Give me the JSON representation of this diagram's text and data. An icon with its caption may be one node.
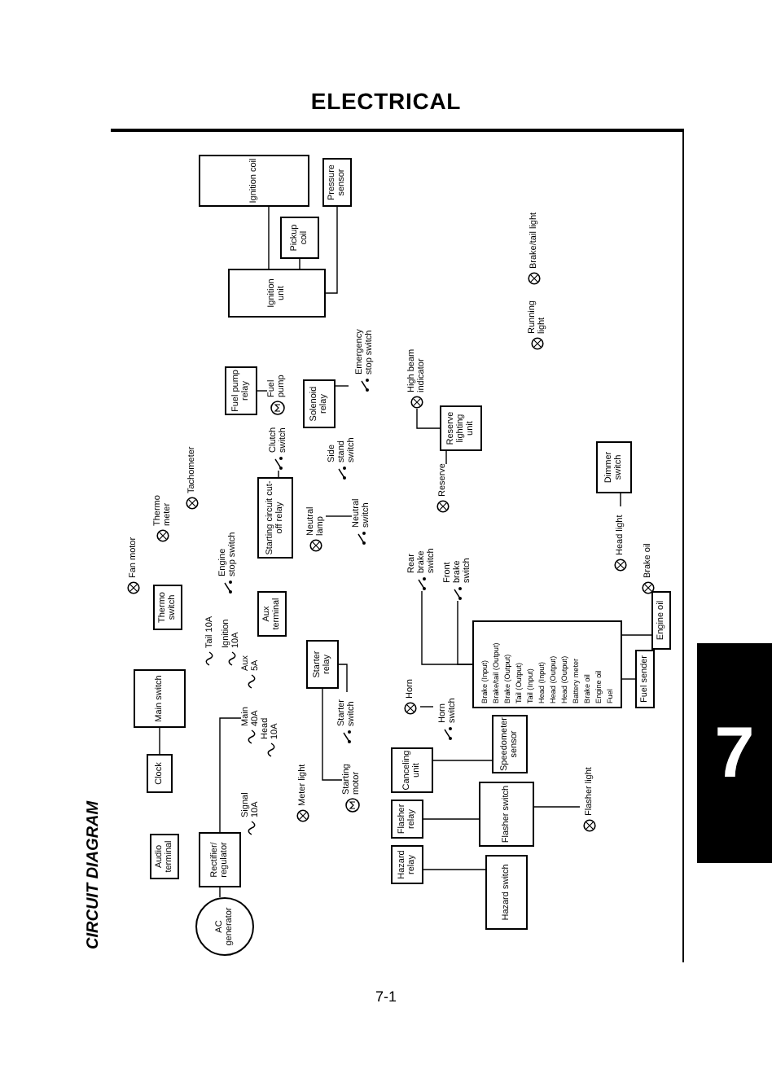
{
  "diagram": {
    "title": "ELECTRICAL",
    "nodes": [
      {
        "text": [
          "AC generator"
        ]
      },
      {
        "text": [
          "Rectifier/ regulator"
        ]
      },
      {
        "text": [
          "Audio terminal"
        ]
      },
      {
        "text": [
          "Clock"
        ]
      },
      {
        "text": [
          "Main switch"
        ]
      },
      {
        "text": [
          "Thermo switch"
        ]
      },
      {
        "text": [
          "Fan motor"
        ]
      },
      {
        "text": [
          "Thermo meter"
        ]
      },
      {
        "text": [
          "Tachometer"
        ]
      },
      {
        "text": [
          "Tail 10A"
        ]
      },
      {
        "text": [
          "Ignition 10A"
        ]
      },
      {
        "text": [
          "Aux 5A"
        ]
      },
      {
        "text": [
          "Main 40A"
        ]
      },
      {
        "text": [
          "Head 10A"
        ]
      },
      {
        "text": [
          "Signal 10A"
        ]
      },
      {
        "text": [
          "Engine stop switch"
        ]
      },
      {
        "text": [
          "Aux terminal"
        ]
      },
      {
        "text": [
          "Starter relay"
        ]
      },
      {
        "text": [
          "Starter switch"
        ]
      },
      {
        "text": [
          "Starting motor"
        ]
      },
      {
        "text": [
          "Meter light"
        ]
      },
      {
        "text": [
          "Starting circuit cut-off relay"
        ]
      },
      {
        "text": [
          "Clutch switch"
        ]
      },
      {
        "text": [
          "Fuel pump relay"
        ]
      },
      {
        "text": [
          "Fuel pump"
        ]
      },
      {
        "text": [
          "Solenoid relay"
        ]
      },
      {
        "text": [
          "Emergency stop switch"
        ]
      },
      {
        "text": [
          "Side stand switch"
        ]
      },
      {
        "text": [
          "Neutral lamp"
        ]
      },
      {
        "text": [
          "Neutral switch"
        ]
      },
      {
        "text": [
          "Ignition coil"
        ]
      },
      {
        "text": [
          "Pressure sensor"
        ]
      },
      {
        "text": [
          "Pickup coil"
        ]
      },
      {
        "text": [
          "Ignition unit"
        ]
      },
      {
        "text": [
          "High beam indicator"
        ]
      },
      {
        "text": [
          "Reserve lighting unit"
        ]
      },
      {
        "text": [
          "Reserve"
        ]
      },
      {
        "text": [
          "Rear brake switch"
        ]
      },
      {
        "text": [
          "Front brake switch"
        ]
      },
      {
        "text": [
          "Brake (Input)",
          "Brake/tail (Output)",
          "Brake (Output)",
          "Tail (Output)",
          "Tail (Input)",
          "Head (Input)",
          "Head (Output)",
          "Head (Output)",
          "Battery meter",
          "Brake oil",
          "Engine oil",
          "Fuel"
        ]
      },
      {
        "text": [
          "Horn"
        ]
      },
      {
        "text": [
          "Horn switch"
        ]
      },
      {
        "text": [
          "Canceling unit"
        ]
      },
      {
        "text": [
          "Flasher relay"
        ]
      },
      {
        "text": [
          "Hazard relay"
        ]
      },
      {
        "text": [
          "Speedometer sensor"
        ]
      },
      {
        "text": [
          "Flasher switch"
        ]
      },
      {
        "text": [
          "Hazard switch"
        ]
      },
      {
        "text": [
          "Flasher light"
        ]
      },
      {
        "text": [
          "Brake/tail light"
        ]
      },
      {
        "text": [
          "Running light"
        ]
      },
      {
        "text": [
          "Dimmer switch"
        ]
      },
      {
        "text": [
          "Head light"
        ]
      },
      {
        "text": [
          "Brake oil"
        ]
      },
      {
        "text": [
          "Engine oil"
        ]
      },
      {
        "text": [
          "Fuel sender"
        ]
      }
    ],
    "edges": [
      {
        "from": 0,
        "to": 1,
        "arrow": "none"
      },
      {
        "from": 3,
        "to": 4,
        "arrow": "none"
      },
      {
        "from": 1,
        "to": 12,
        "arrow": "none"
      },
      {
        "from": 30,
        "to": 33,
        "arrow": "none"
      },
      {
        "from": 31,
        "to": 33,
        "arrow": "none"
      },
      {
        "from": 32,
        "to": 33,
        "arrow": "none"
      },
      {
        "from": 17,
        "to": 19,
        "arrow": "none"
      },
      {
        "from": 18,
        "to": 17,
        "arrow": "none"
      },
      {
        "from": 23,
        "to": 24,
        "arrow": "none"
      },
      {
        "from": 28,
        "to": 29,
        "arrow": "none"
      },
      {
        "from": 40,
        "to": 41,
        "arrow": "none"
      },
      {
        "from": 43,
        "to": 46,
        "arrow": "none"
      },
      {
        "from": 44,
        "to": 47,
        "arrow": "none"
      },
      {
        "from": 45,
        "to": 42,
        "arrow": "none"
      },
      {
        "from": 46,
        "to": 48,
        "arrow": "none"
      },
      {
        "from": 34,
        "to": 35,
        "arrow": "none"
      },
      {
        "from": 35,
        "to": 36,
        "arrow": "none"
      },
      {
        "from": 51,
        "to": 52,
        "arrow": "none"
      },
      {
        "from": 38,
        "to": 39,
        "arrow": "none"
      },
      {
        "from": 37,
        "to": 39,
        "arrow": "none"
      },
      {
        "from": 39,
        "to": 54,
        "arrow": "none"
      },
      {
        "from": 39,
        "to": 55,
        "arrow": "none"
      },
      {
        "from": 21,
        "to": 22,
        "arrow": "none"
      },
      {
        "from": 25,
        "to": 26,
        "arrow": "none"
      }
    ],
    "labels": [
      "CIRCUIT DIAGRAM",
      "7-1",
      "7"
    ]
  }
}
